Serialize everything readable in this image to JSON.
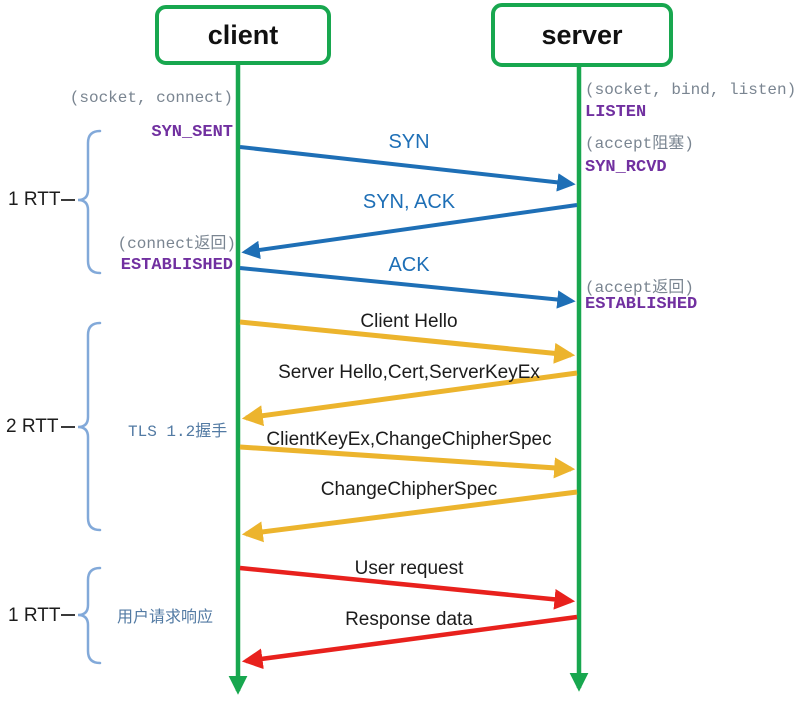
{
  "diagram_title": "TCP three-way handshake + TLS 1.2 handshake + HTTP request sequence",
  "actors": {
    "client": {
      "label": "client"
    },
    "server": {
      "label": "server"
    }
  },
  "client_side": {
    "socket_connect": "(socket, connect)",
    "syn_sent": "SYN_SENT",
    "connect_return": "(connect返回)",
    "established": "ESTABLISHED"
  },
  "server_side": {
    "socket_bind_listen": "(socket, bind, listen)",
    "listen": "LISTEN",
    "accept_block": "(accept阻塞)",
    "syn_rcvd": "SYN_RCVD",
    "accept_return": "(accept返回)",
    "established": "ESTABLISHED"
  },
  "messages": [
    {
      "label": "SYN",
      "from": "client",
      "to": "server",
      "protocol": "TCP"
    },
    {
      "label": "SYN, ACK",
      "from": "server",
      "to": "client",
      "protocol": "TCP"
    },
    {
      "label": "ACK",
      "from": "client",
      "to": "server",
      "protocol": "TCP"
    },
    {
      "label": "Client Hello",
      "from": "client",
      "to": "server",
      "protocol": "TLS"
    },
    {
      "label": "Server Hello,Cert,ServerKeyEx",
      "from": "server",
      "to": "client",
      "protocol": "TLS"
    },
    {
      "label": "ClientKeyEx,ChangeChipherSpec",
      "from": "client",
      "to": "server",
      "protocol": "TLS"
    },
    {
      "label": "ChangeChipherSpec",
      "from": "server",
      "to": "client",
      "protocol": "TLS"
    },
    {
      "label": "User request",
      "from": "client",
      "to": "server",
      "protocol": "HTTP"
    },
    {
      "label": "Response data",
      "from": "server",
      "to": "client",
      "protocol": "HTTP"
    }
  ],
  "phases": [
    {
      "label": "1 RTT",
      "note": ""
    },
    {
      "label": "2 RTT",
      "note": "TLS 1.2握手"
    },
    {
      "label": "1 RTT",
      "note": "用户请求响应"
    }
  ],
  "colors": {
    "lifeline_green": "#18a74f",
    "tcp_blue": "#1e6fb6",
    "tls_yellow": "#ecb42d",
    "http_red": "#e8211d",
    "state_purple": "#7130a0",
    "syscall_gray": "#7a8591",
    "note_blue": "#527aa3",
    "brace_blue": "#82a9d9"
  }
}
